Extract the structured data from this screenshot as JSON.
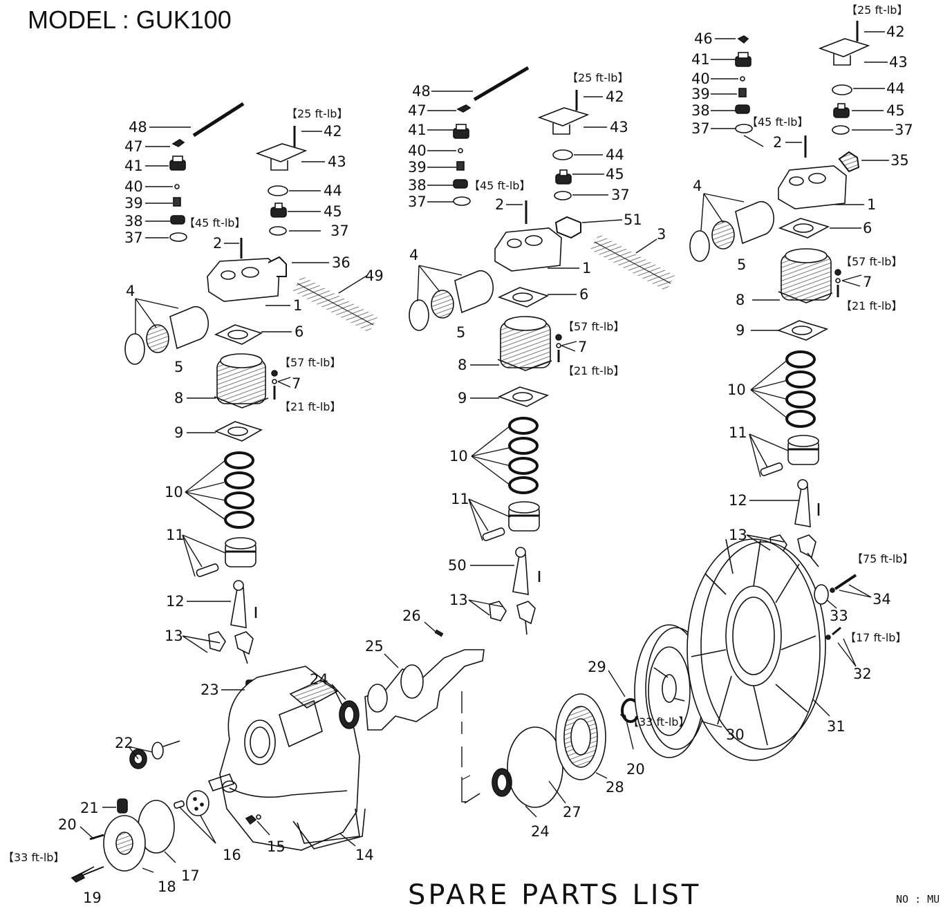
{
  "header": {
    "model_title": "MODEL : GUK100"
  },
  "footer": {
    "title": "SPARE PARTS LIST",
    "doc_no": "NO : MU"
  },
  "colors": {
    "ink": "#111111",
    "paper": "#ffffff",
    "hatch": "#555555"
  },
  "callouts": {
    "left": [
      "48",
      "47",
      "41",
      "40",
      "39",
      "38",
      "37",
      "2",
      "4",
      "5",
      "42",
      "43",
      "44",
      "45",
      "37",
      "36",
      "49",
      "1",
      "6",
      "7",
      "8",
      "9",
      "10",
      "11",
      "12",
      "13"
    ],
    "middle": [
      "48",
      "47",
      "41",
      "40",
      "39",
      "38",
      "37",
      "2",
      "4",
      "5",
      "42",
      "43",
      "44",
      "45",
      "37",
      "51",
      "3",
      "1",
      "6",
      "7",
      "8",
      "9",
      "10",
      "11",
      "50",
      "13"
    ],
    "right": [
      "46",
      "41",
      "40",
      "39",
      "38",
      "37",
      "2",
      "4",
      "5",
      "42",
      "43",
      "44",
      "45",
      "37",
      "35",
      "1",
      "6",
      "7",
      "8",
      "9",
      "10",
      "11",
      "12",
      "13"
    ],
    "crankcase": [
      "23",
      "22",
      "21",
      "20",
      "19",
      "18",
      "17",
      "16",
      "15",
      "14",
      "24",
      "25",
      "26",
      "24",
      "27",
      "28",
      "20",
      "29",
      "30",
      "31",
      "32",
      "33",
      "34"
    ]
  },
  "torques": {
    "left_42": "【25 ft-lb】",
    "left_2": "【45 ft-lb】",
    "left_7a": "【57 ft-lb】",
    "left_7b": "【21 ft-lb】",
    "mid_42": "【25 ft-lb】",
    "mid_2": "【45 ft-lb】",
    "mid_7a": "【57 ft-lb】",
    "mid_7b": "【21 ft-lb】",
    "right_42": "【25 ft-lb】",
    "right_2": "【45 ft-lb】",
    "right_7a": "【57 ft-lb】",
    "right_7b": "【21 ft-lb】",
    "fly_34": "【75 ft-lb】",
    "fly_32": "【17 ft-lb】",
    "brg_20": "【33 ft-lb】",
    "cover_20": "【33 ft-lb】"
  }
}
